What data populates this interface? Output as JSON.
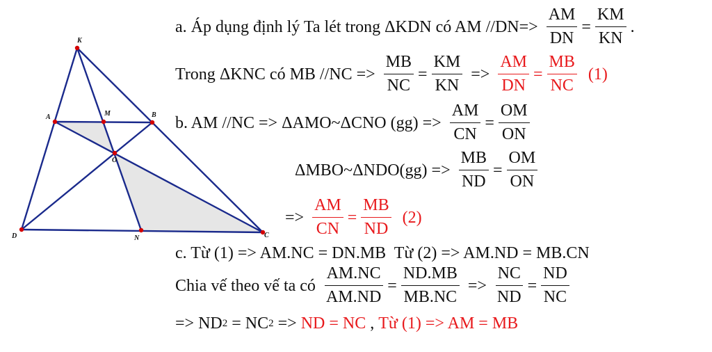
{
  "figure": {
    "points": {
      "K": "K",
      "A": "A",
      "M": "M",
      "B": "B",
      "O": "O",
      "D": "D",
      "N": "N",
      "C": "C"
    },
    "colors": {
      "line": "#1a2a8c",
      "point": "#d40000",
      "shade": "#e6e6e6",
      "label": "#111111"
    }
  },
  "solution": {
    "a1": {
      "pre": "a. Áp dụng định lý Ta lét trong ",
      "tri": "Δ",
      "mid": "KDN có AM //DN=> ",
      "f1n": "AM",
      "f1d": "DN",
      "eq": "=",
      "f2n": "KM",
      "f2d": "KN",
      "end": "."
    },
    "a2": {
      "pre": "Trong ",
      "tri": "Δ",
      "mid": "KNC có MB //NC => ",
      "f1n": "MB",
      "f1d": "NC",
      "eq1": "=",
      "f2n": "KM",
      "f2d": "KN",
      "arrow": " => ",
      "f3n": "AM",
      "f3d": "DN",
      "eq2": "=",
      "f4n": "MB",
      "f4d": "NC",
      "tag": "(1)"
    },
    "b1": {
      "pre": "b. AM //NC => ",
      "tri1": "Δ",
      "mid1": "AMO~",
      "tri2": "Δ",
      "mid2": "CNO (gg) => ",
      "f1n": "AM",
      "f1d": "CN",
      "eq": "=",
      "f2n": "OM",
      "f2d": "ON"
    },
    "b2": {
      "tri1": "Δ",
      "mid1": "MBO~",
      "tri2": "Δ",
      "mid2": "NDO(gg) => ",
      "f1n": "MB",
      "f1d": "ND",
      "eq": "=",
      "f2n": "OM",
      "f2d": "ON"
    },
    "b3": {
      "pre": "=> ",
      "f1n": "AM",
      "f1d": "CN",
      "eq": "=",
      "f2n": "MB",
      "f2d": "ND",
      "tag": "(2)"
    },
    "c1": {
      "text": "c. Từ (1) => AM.NC = DN.MB  Từ (2) => AM.ND = MB.CN"
    },
    "c2": {
      "pre": "Chia vế theo vế ta có ",
      "f1n": "AM.NC",
      "f1d": "AM.ND",
      "eq1": "=",
      "f2n": "ND.MB",
      "f2d": "MB.NC",
      "arrow": " => ",
      "f3n": "NC",
      "f3d": "ND",
      "eq2": "=",
      "f4n": "ND",
      "f4d": "NC"
    },
    "c3": {
      "p1": "=> ND",
      "sup1": "2",
      "p2": " = NC",
      "sup2": "2",
      "p3": " => ",
      "red1": "ND = NC",
      "p4": " , ",
      "red2": "Từ (1) => AM = MB"
    }
  }
}
